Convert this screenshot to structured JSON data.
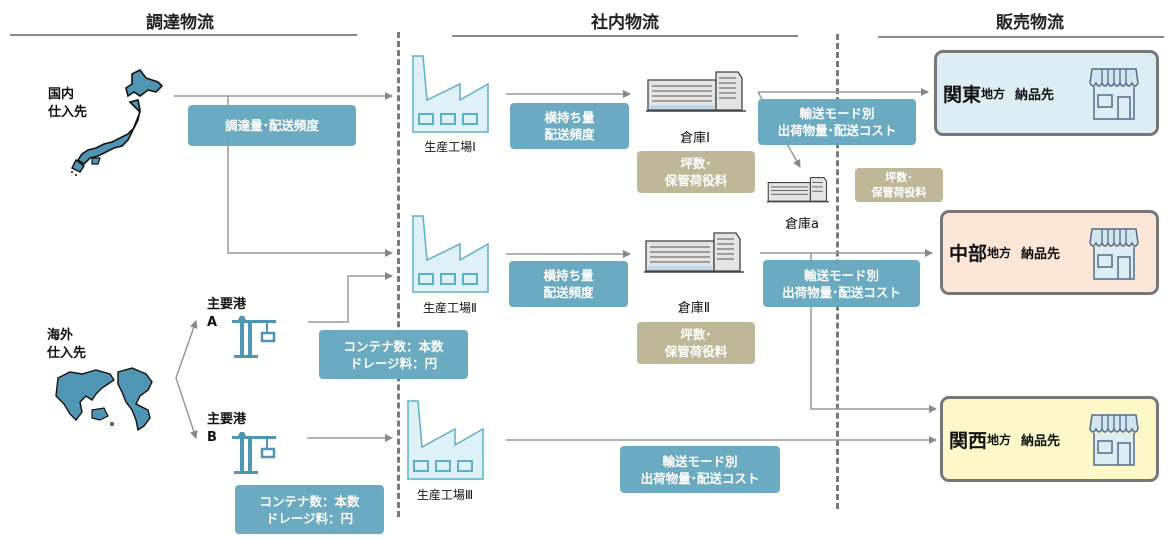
{
  "sections": {
    "procurement": "調達物流",
    "internal": "社内物流",
    "sales": "販売物流"
  },
  "sources": {
    "domestic": [
      "国内",
      "仕入先"
    ],
    "overseas": [
      "海外",
      "仕入先"
    ]
  },
  "ports": [
    {
      "name": "主要港",
      "id": "A"
    },
    {
      "name": "主要港",
      "id": "B"
    }
  ],
  "factories": [
    "生産工場Ⅰ",
    "生産工場Ⅱ",
    "生産工場Ⅲ"
  ],
  "warehouses": [
    "倉庫Ⅰ",
    "倉庫Ⅱ",
    "倉庫a"
  ],
  "boxes": {
    "procurement_volume": "調達量･配送頻度",
    "container_a": [
      "コンテナ数：本数",
      "ドレージ料：円"
    ],
    "container_b": [
      "コンテナ数：本数",
      "ドレージ料：円"
    ],
    "transfer_1": [
      "横持ち量",
      "配送頻度"
    ],
    "transfer_2": [
      "横持ち量",
      "配送頻度"
    ],
    "storage_1": [
      "坪数･",
      "保管荷役料"
    ],
    "storage_2": [
      "坪数･",
      "保管荷役料"
    ],
    "storage_a": [
      "坪数･",
      "保管荷役料"
    ],
    "shipping_1": [
      "輸送モード別",
      "出荷物量･配送コスト"
    ],
    "shipping_2": [
      "輸送モード別",
      "出荷物量･配送コスト"
    ],
    "shipping_3": [
      "輸送モード別",
      "出荷物量･配送コスト"
    ]
  },
  "destinations": [
    {
      "region": "関東",
      "suffix": "地方",
      "target": "納品先",
      "color": "#dcedf3"
    },
    {
      "region": "中部",
      "suffix": "地方",
      "target": "納品先",
      "color": "#fbe6d8"
    },
    {
      "region": "関西",
      "suffix": "地方",
      "target": "納品先",
      "color": "#fdf8c8"
    }
  ],
  "colors": {
    "box_blue": "#67a9c0",
    "box_tan": "#bfb898",
    "map_blue": "#4e96b4",
    "factory_fill": "#dff0f6",
    "factory_stroke": "#5bb0c8"
  }
}
